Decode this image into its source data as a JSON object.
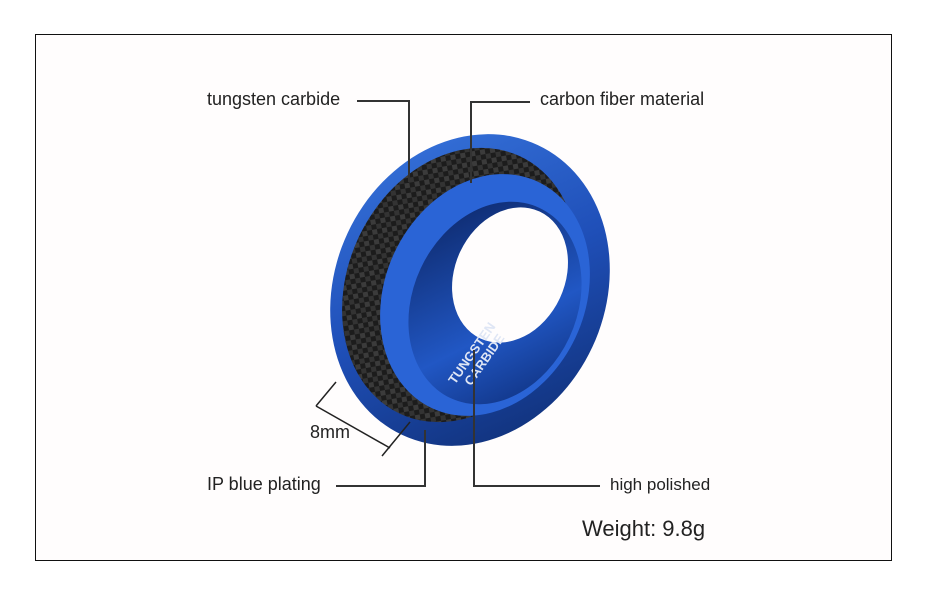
{
  "product": {
    "labels": {
      "tungsten_carbide": "tungsten carbide",
      "carbon_fiber": "carbon fiber material",
      "width": "8mm",
      "ip_plating": "IP blue plating",
      "high_polished": "high polished",
      "weight": "Weight: 9.8g"
    },
    "engraving": {
      "line1": "TUNGSTEN",
      "line2": "CARBIDE"
    },
    "colors": {
      "ring_blue": "#1f4fb8",
      "ring_dark": "#0d2a6b",
      "carbon": "#2a2a2a",
      "frame_border": "#111111"
    }
  }
}
